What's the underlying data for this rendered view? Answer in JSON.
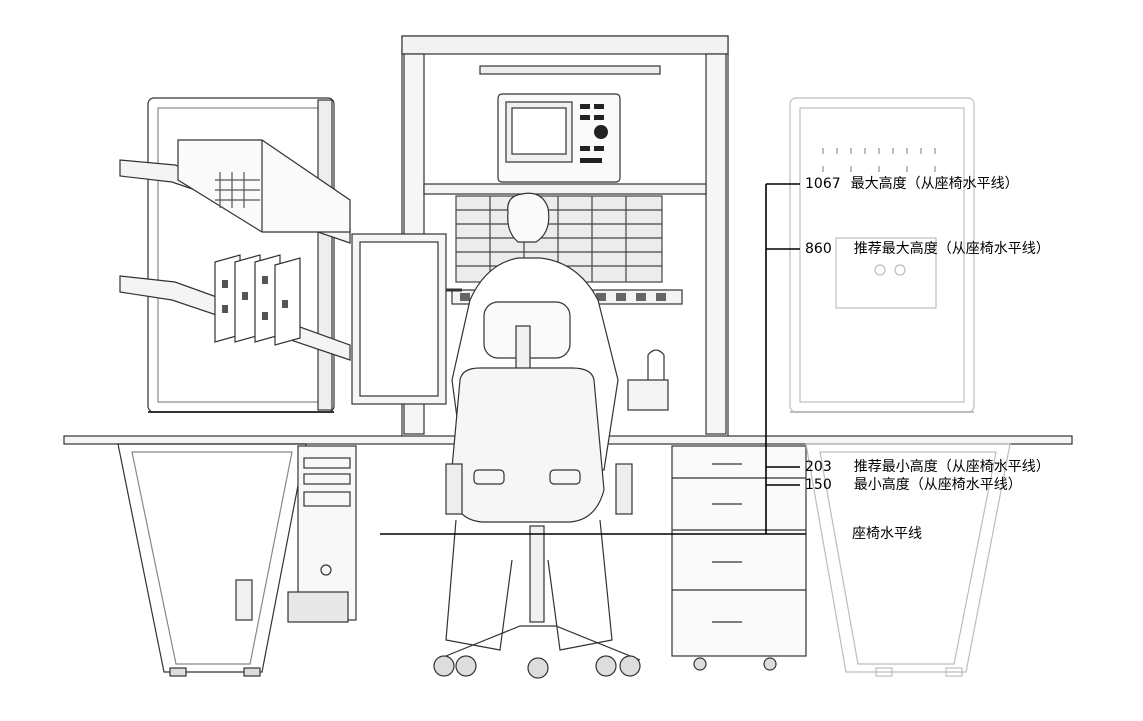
{
  "annotations": [
    {
      "value": "1067",
      "label": "最大高度（从座椅水平线）"
    },
    {
      "value": "860",
      "label": "推荐最大高度（从座椅水平线）"
    },
    {
      "value": "203",
      "label": "推荐最小高度（从座椅水平线）"
    },
    {
      "value": "150",
      "label": "最小高度（从座椅水平线）"
    }
  ],
  "seat_level_label": "座椅水平线",
  "colors": {
    "line": "#000000",
    "drawing": "#333333",
    "faded": "#bdbdbd",
    "background": "#ffffff"
  }
}
